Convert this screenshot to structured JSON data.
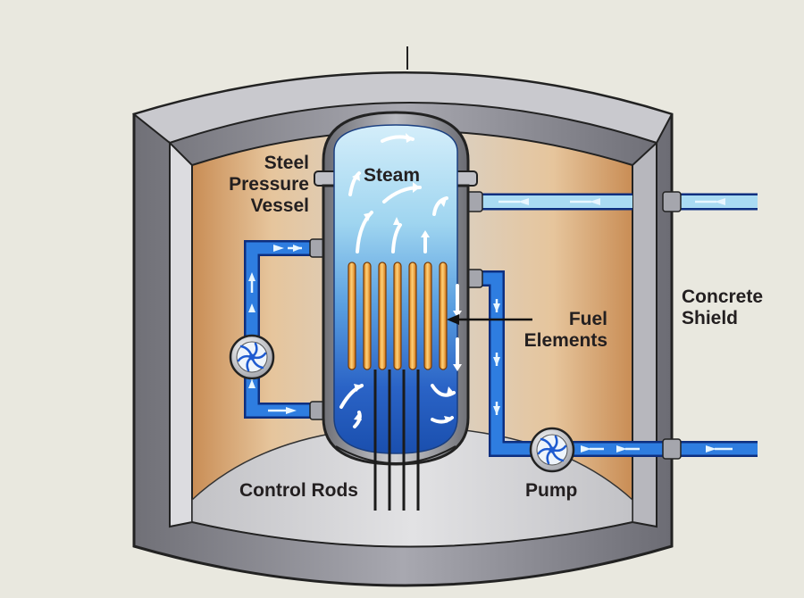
{
  "title": "Nuclear reactor cutaway diagram",
  "labels": {
    "steam": "Steam",
    "pressure_vessel": [
      "Steel",
      "Pressure",
      "Vessel"
    ],
    "concrete_shield": [
      "Concrete",
      "Shield"
    ],
    "fuel_elements": [
      "Fuel",
      "Elements"
    ],
    "control_rods": "Control Rods",
    "pump": "Pump"
  },
  "icons": [
    "arrow-icon",
    "pump-icon",
    "pipe-flow-arrow-icon"
  ],
  "colors": {
    "background": "#e9e8df",
    "concrete": "#9a9aa2",
    "interior": "#d7a777",
    "water_top": "#cfeaf7",
    "water_bottom": "#1f57b7",
    "pipe_blue": "#2e7de0",
    "pipe_light": "#a9dbf3",
    "fuel_rod": "#f4a233"
  }
}
